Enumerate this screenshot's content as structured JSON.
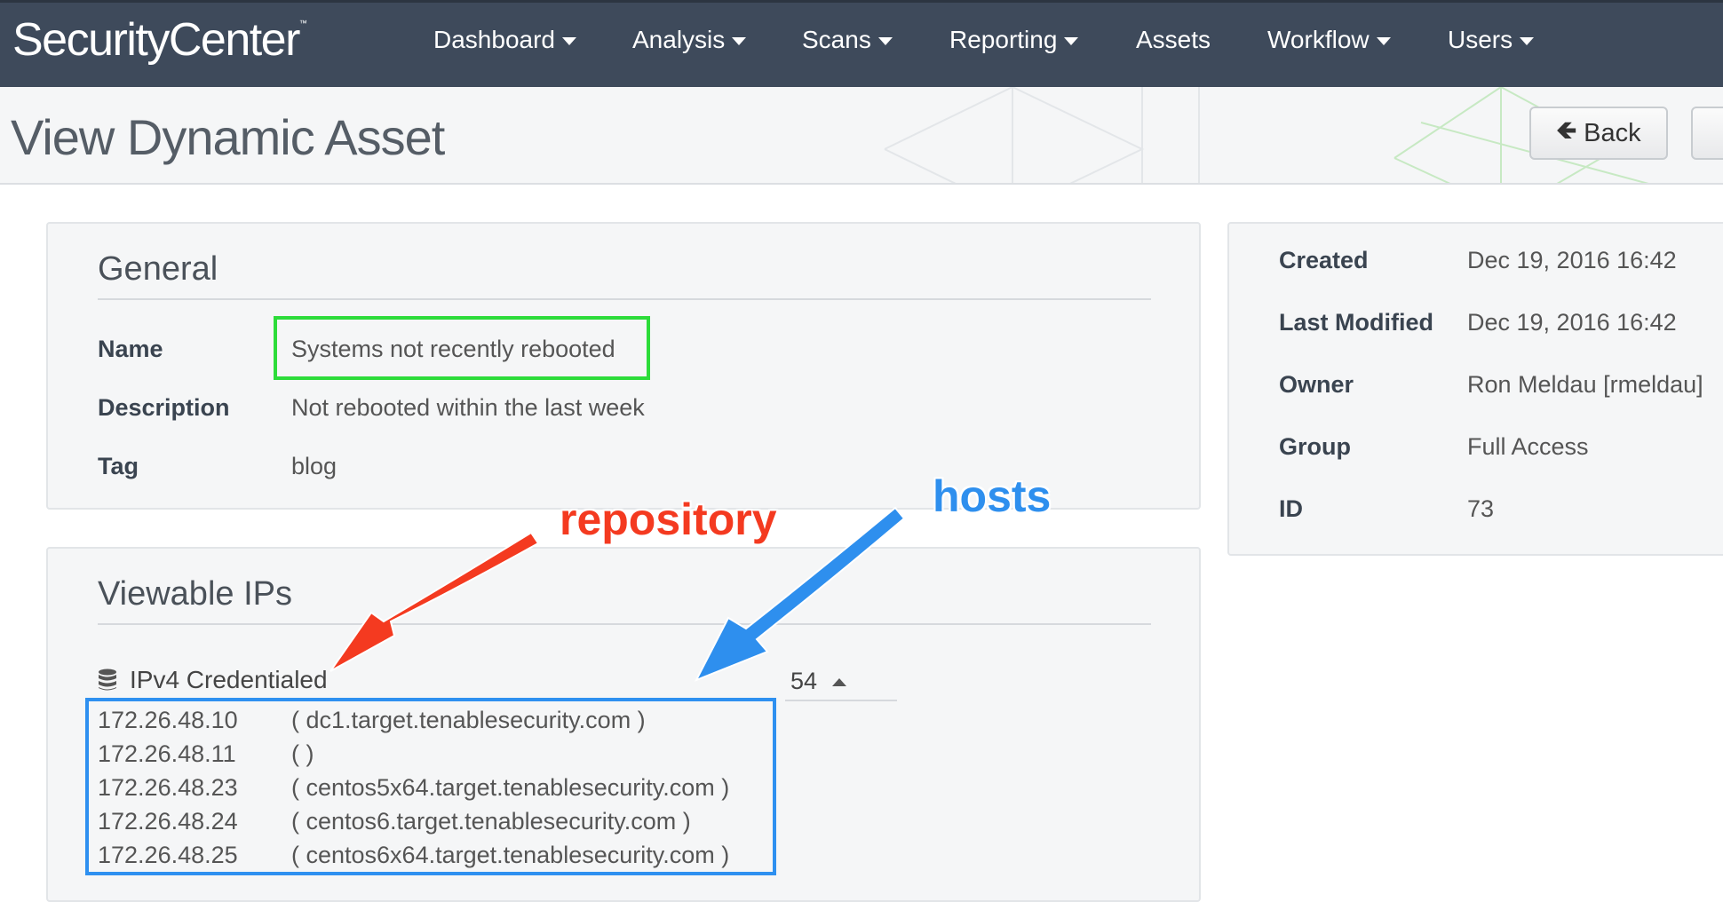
{
  "app": {
    "logo": "SecurityCenter",
    "logo_tm": "™"
  },
  "nav": [
    {
      "label": "Dashboard",
      "dropdown": true
    },
    {
      "label": "Analysis",
      "dropdown": true
    },
    {
      "label": "Scans",
      "dropdown": true
    },
    {
      "label": "Reporting",
      "dropdown": true
    },
    {
      "label": "Assets",
      "dropdown": false
    },
    {
      "label": "Workflow",
      "dropdown": true
    },
    {
      "label": "Users",
      "dropdown": true
    }
  ],
  "page": {
    "title": "View Dynamic Asset",
    "back_label": "Back"
  },
  "general": {
    "title": "General",
    "fields": [
      {
        "label": "Name",
        "value": "Systems not recently rebooted"
      },
      {
        "label": "Description",
        "value": "Not rebooted within the last week"
      },
      {
        "label": "Tag",
        "value": "blog"
      }
    ]
  },
  "meta": [
    {
      "label": "Created",
      "value": "Dec 19, 2016 16:42"
    },
    {
      "label": "Last Modified",
      "value": "Dec 19, 2016 16:42"
    },
    {
      "label": "Owner",
      "value": "Ron Meldau [rmeldau]"
    },
    {
      "label": "Group",
      "value": "Full Access"
    },
    {
      "label": "ID",
      "value": "73"
    }
  ],
  "viewable_ips": {
    "title": "Viewable IPs",
    "repository": "IPv4 Credentialed",
    "count": "54",
    "hosts": [
      {
        "ip": "172.26.48.10",
        "name": "( dc1.target.tenablesecurity.com )"
      },
      {
        "ip": "172.26.48.11",
        "name": "( )"
      },
      {
        "ip": "172.26.48.23",
        "name": "( centos5x64.target.tenablesecurity.com )"
      },
      {
        "ip": "172.26.48.24",
        "name": "( centos6.target.tenablesecurity.com )"
      },
      {
        "ip": "172.26.48.25",
        "name": "( centos6x64.target.tenablesecurity.com )"
      }
    ]
  },
  "annotations": {
    "repository": "repository",
    "hosts": "hosts"
  },
  "colors": {
    "nav_bg": "#3e4a5b",
    "name_highlight": "#2ddc3a",
    "hosts_highlight": "#2e90f0",
    "repo_arrow": "#f43a20",
    "hosts_arrow": "#2e8fee"
  },
  "icons": {
    "nav_caret": "caret-down-icon",
    "back": "arrow-left-icon",
    "repository": "database-icon",
    "sort": "caret-up-icon"
  }
}
